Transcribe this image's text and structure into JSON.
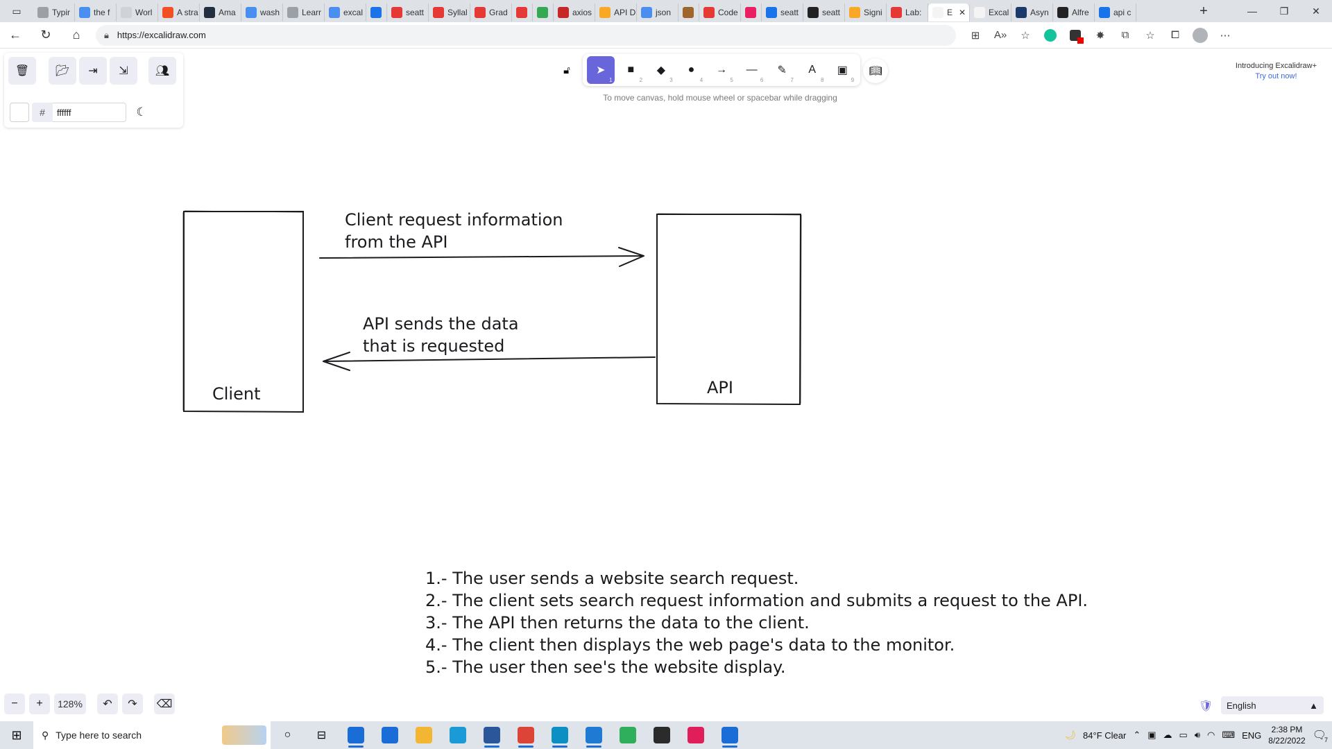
{
  "browser": {
    "tabs": [
      {
        "label": "Typir",
        "color": "#9aa0a6"
      },
      {
        "label": "the f",
        "color": "#4a8ef0"
      },
      {
        "label": "Worl",
        "color": "#cfd2d6"
      },
      {
        "label": "A stra",
        "color": "#f25022"
      },
      {
        "label": "Ama",
        "color": "#232f3e"
      },
      {
        "label": "wash",
        "color": "#4a8ef0"
      },
      {
        "label": "Learr",
        "color": "#9aa0a6"
      },
      {
        "label": "excal",
        "color": "#4a8ef0"
      },
      {
        "label": "",
        "color": "#1a73e8"
      },
      {
        "label": "seatt",
        "color": "#e53935"
      },
      {
        "label": "Syllal",
        "color": "#e53935"
      },
      {
        "label": "Grad",
        "color": "#e53935"
      },
      {
        "label": "",
        "color": "#e53935"
      },
      {
        "label": "",
        "color": "#34a853"
      },
      {
        "label": "axios",
        "color": "#c62828"
      },
      {
        "label": "API D",
        "color": "#f9a825"
      },
      {
        "label": "json",
        "color": "#4a8ef0"
      },
      {
        "label": "",
        "color": "#a0652a"
      },
      {
        "label": "Code",
        "color": "#e53935"
      },
      {
        "label": "",
        "color": "#e91e63"
      },
      {
        "label": "seatt",
        "color": "#1a73e8"
      },
      {
        "label": "seatt",
        "color": "#222222"
      },
      {
        "label": "Signi",
        "color": "#f9a825"
      },
      {
        "label": "Lab:",
        "color": "#e53935"
      },
      {
        "label": "E",
        "color": "#f4f4f4"
      },
      {
        "label": "Excal",
        "color": "#f4f4f4"
      },
      {
        "label": "Asyn",
        "color": "#1b3a6b"
      },
      {
        "label": "Alfre",
        "color": "#222222"
      },
      {
        "label": "api c",
        "color": "#1a73e8"
      }
    ],
    "active_tab_index": 24,
    "url": "https://excalidraw.com"
  },
  "excalidraw": {
    "hex_prefix": "#",
    "background_hex": "ffffff",
    "tools": [
      {
        "name": "selection",
        "glyph": "➤",
        "key": "1"
      },
      {
        "name": "rectangle",
        "glyph": "■",
        "key": "2"
      },
      {
        "name": "diamond",
        "glyph": "◆",
        "key": "3"
      },
      {
        "name": "ellipse",
        "glyph": "●",
        "key": "4"
      },
      {
        "name": "arrow",
        "glyph": "→",
        "key": "5"
      },
      {
        "name": "line",
        "glyph": "—",
        "key": "6"
      },
      {
        "name": "draw",
        "glyph": "✎",
        "key": "7"
      },
      {
        "name": "text",
        "glyph": "A",
        "key": "8"
      },
      {
        "name": "image",
        "glyph": "▣",
        "key": "9"
      }
    ],
    "active_tool": "selection",
    "hint": "To move canvas, hold mouse wheel or spacebar while dragging",
    "promo_title": "Introducing Excalidraw+",
    "promo_link": "Try out now!",
    "zoom": "128%",
    "language": "English"
  },
  "diagram": {
    "client_label": "Client",
    "api_label": "API",
    "request_text": [
      "Client request information",
      "from the API"
    ],
    "response_text": [
      "API sends the data",
      "that is requested"
    ],
    "steps": [
      "1.- The user sends a website search request.",
      "2.- The client sets search request information and submits a request to the API.",
      "3.- The API then returns the data to the client.",
      "4.- The client then displays the web page's data to the monitor.",
      "5.- The user then see's the website display."
    ]
  },
  "taskbar": {
    "search_placeholder": "Type here to search",
    "apps": [
      {
        "name": "store",
        "color": "#1a6cd6",
        "running": true
      },
      {
        "name": "mail",
        "color": "#1a6cd6",
        "running": false
      },
      {
        "name": "file-explorer",
        "color": "#f2b632",
        "running": false
      },
      {
        "name": "project",
        "color": "#1a9ad6",
        "running": false
      },
      {
        "name": "word",
        "color": "#2b579a",
        "running": true
      },
      {
        "name": "chrome",
        "color": "#db4437",
        "running": true
      },
      {
        "name": "edge",
        "color": "#0c8fc2",
        "running": true
      },
      {
        "name": "vscode",
        "color": "#1f7ad3",
        "running": true
      },
      {
        "name": "globe-app",
        "color": "#2fae5b",
        "running": false
      },
      {
        "name": "terminal",
        "color": "#2b2b2b",
        "running": false
      },
      {
        "name": "slack",
        "color": "#e01e5a",
        "running": false
      },
      {
        "name": "window-app",
        "color": "#1a6cd6",
        "running": true
      }
    ],
    "weather": "84°F  Clear",
    "language": "ENG",
    "time": "2:38 PM",
    "date": "8/22/2022",
    "notifications": "7"
  }
}
